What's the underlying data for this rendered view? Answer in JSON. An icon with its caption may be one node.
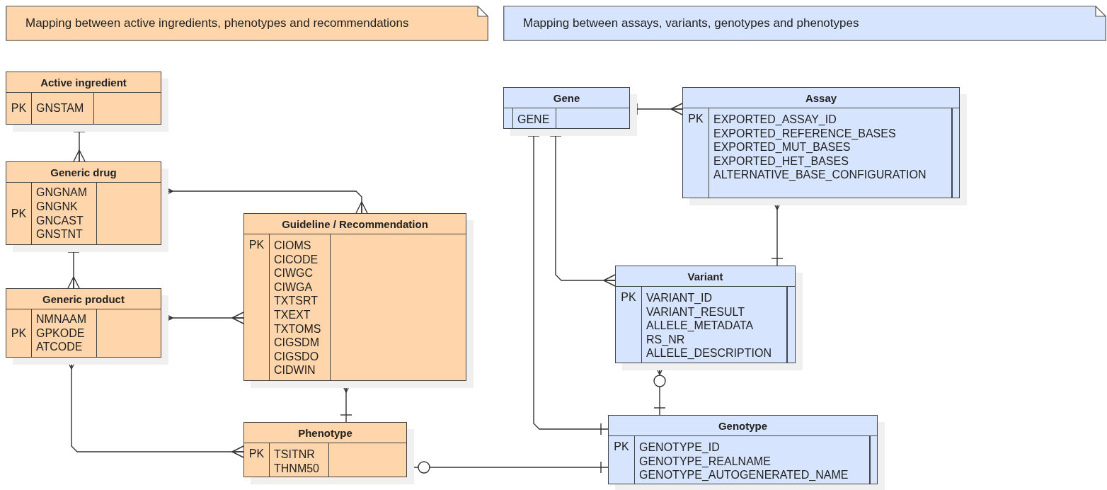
{
  "diagram": {
    "nodes": [
      {
        "text": [
          "Mapping between active ingredients, phenotypes and recommendations"
        ]
      },
      {
        "text": [
          "Mapping between assays, variants, genotypes and phenotypes"
        ]
      },
      {
        "text": [
          "Active ingredient",
          "PK",
          "GNSTAM"
        ]
      },
      {
        "text": [
          "Generic drug",
          "PK",
          "GNGNAM GNGNK GNCAST GNSTNT"
        ]
      },
      {
        "text": [
          "Generic product",
          "PK",
          "NMNAAM GPKODE ATCODE"
        ]
      },
      {
        "text": [
          "Guideline / Recommendation",
          "PK",
          "CIOMS CICODE CIWGC CIWGA TXTSRT TXEXT TXTOMS CIGSDM CIGSDO CIDWIN"
        ]
      },
      {
        "text": [
          "Phenotype",
          "PK",
          "TSITNR THNM50"
        ]
      },
      {
        "text": [
          "Gene",
          "GENE"
        ]
      },
      {
        "text": [
          "Assay",
          "PK",
          "EXPORTED_ASSAY_ID EXPORTED_REFERENCE_BASES EXPORTED_MUT_BASES EXPORTED_HET_BASES ALTERNATIVE_BASE_CONFIGURATION"
        ]
      },
      {
        "text": [
          "Variant",
          "PK",
          "VARIANT_ID VARIANT_RESULT ALLELE_METADATA RS_NR ALLELE_DESCRIPTION"
        ]
      },
      {
        "text": [
          "Genotype",
          "PK",
          "GENOTYPE_ID GENOTYPE_REALNAME GENOTYPE_AUTOGENERATED_NAME"
        ]
      }
    ],
    "edges": [
      {
        "from": 2,
        "to": 3,
        "arrow": "other"
      },
      {
        "from": 3,
        "to": 5,
        "arrow": "other"
      },
      {
        "from": 3,
        "to": 4,
        "arrow": "other"
      },
      {
        "from": 4,
        "to": 5,
        "arrow": "other"
      },
      {
        "from": 5,
        "to": 6,
        "arrow": "other"
      },
      {
        "from": 4,
        "to": 6,
        "arrow": "other"
      },
      {
        "from": 6,
        "to": 10,
        "arrow": "other"
      },
      {
        "from": 7,
        "to": 8,
        "arrow": "other"
      },
      {
        "from": 8,
        "to": 9,
        "arrow": "other"
      },
      {
        "from": 7,
        "to": 9,
        "arrow": "other"
      },
      {
        "from": 7,
        "to": 10,
        "arrow": "other"
      },
      {
        "from": 9,
        "to": 10,
        "arrow": "other"
      }
    ]
  }
}
